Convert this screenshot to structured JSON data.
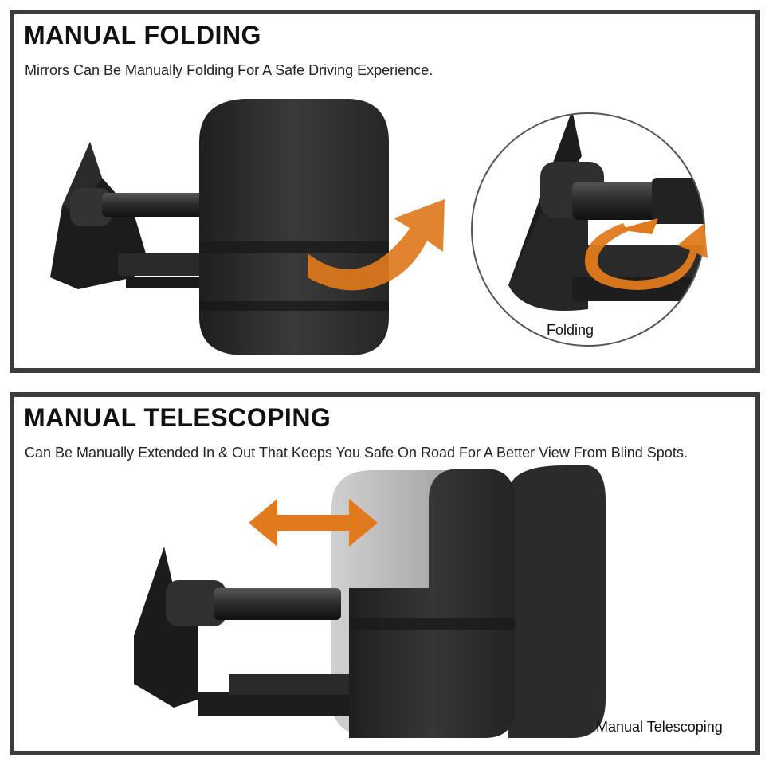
{
  "colors": {
    "frame": "#3c3c3c",
    "arrow": "#e07a1c",
    "mirror_body": "#2e2e2e"
  },
  "sections": [
    {
      "title": "MANUAL FOLDING",
      "description": "Mirrors Can Be Manually Folding For A Safe Driving Experience.",
      "caption": "Folding",
      "icons": [
        "curved-arrow-icon",
        "rotate-arrow-icon"
      ]
    },
    {
      "title": "MANUAL TELESCOPING",
      "description": "Can Be Manually Extended In & Out That Keeps You Safe On Road For A Better View From Blind Spots.",
      "caption": "Manual Telescoping",
      "icons": [
        "double-arrow-icon"
      ]
    }
  ]
}
